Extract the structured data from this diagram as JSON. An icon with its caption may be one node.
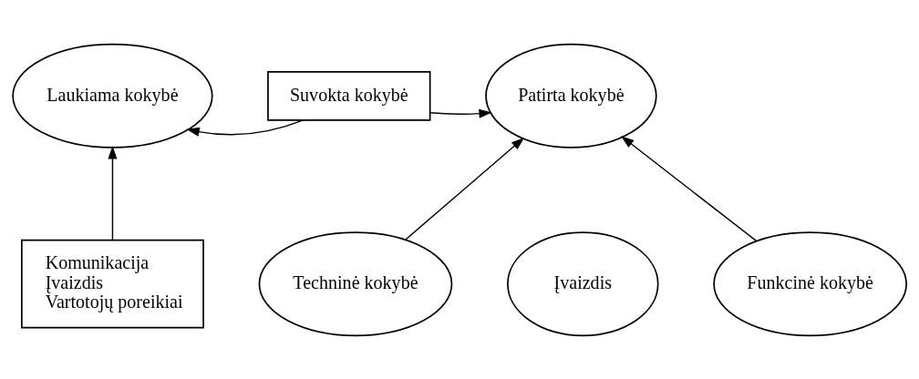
{
  "diagram": {
    "nodes": [
      {
        "text": [
          "Laukiama kokybė"
        ]
      },
      {
        "text": [
          "Suvokta kokybė"
        ]
      },
      {
        "text": [
          "Patirta kokybė"
        ]
      },
      {
        "text": [
          "Komunikacija",
          "Įvaizdis",
          "Vartotojų poreikiai"
        ]
      },
      {
        "text": [
          "Įvaizdis"
        ]
      },
      {
        "text": [
          "Techninė kokybė"
        ]
      },
      {
        "text": [
          "Funkcinė kokybė"
        ]
      }
    ],
    "edges": [
      {
        "from": 1,
        "to": 0,
        "arrow": "to"
      },
      {
        "from": 1,
        "to": 2,
        "arrow": "to"
      },
      {
        "from": 3,
        "to": 0,
        "arrow": "to"
      },
      {
        "from": 5,
        "to": 2,
        "arrow": "to"
      },
      {
        "from": 6,
        "to": 2,
        "arrow": "to"
      }
    ]
  }
}
